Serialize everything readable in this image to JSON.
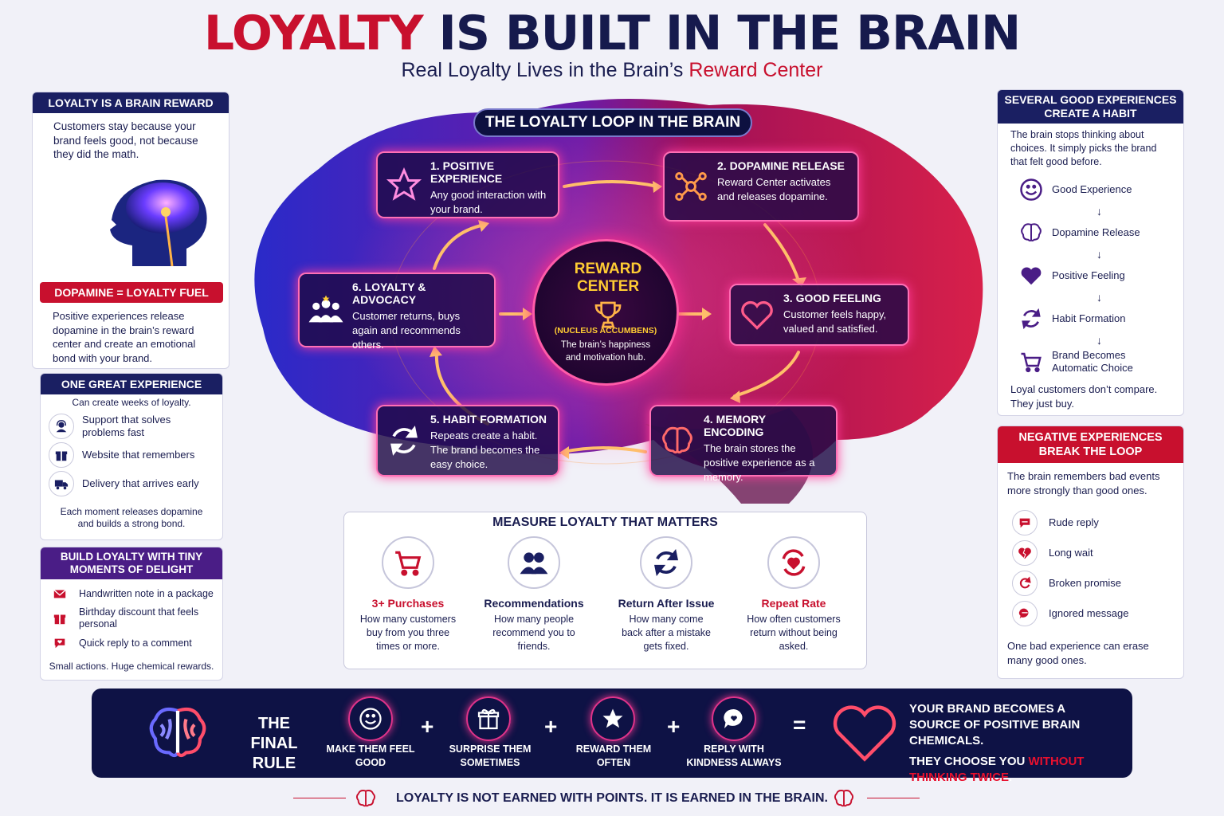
{
  "header": {
    "title_red": "LOYALTY",
    "title_rest": " IS BUILT IN THE BRAIN",
    "subtitle_a": "Real Loyalty Lives in the Brain’s ",
    "subtitle_b": "Reward Center"
  },
  "left": {
    "reward_head": "LOYALTY IS A BRAIN REWARD",
    "reward_text": "Customers stay because your brand feels good, not because they did the math.",
    "dopamine_head": "DOPAMINE = LOYALTY FUEL",
    "dopamine_text": "Positive experiences release dopamine in the brain’s reward center and create an emotional bond with your brand.",
    "great_head": "ONE GREAT EXPERIENCE",
    "great_sub": "Can create weeks of loyalty.",
    "great_items": [
      "Support that solves problems fast",
      "Website that remembers",
      "Delivery that arrives early"
    ],
    "great_foot": "Each moment releases dopamine and builds a strong bond.",
    "delight_head": "BUILD LOYALTY WITH TINY MOMENTS OF DELIGHT",
    "delight_items": [
      "Handwritten note in a package",
      "Birthday discount that feels personal",
      "Quick reply to a comment"
    ],
    "delight_foot": "Small actions. Huge chemical rewards."
  },
  "loop": {
    "title": "THE LOYALTY LOOP IN THE BRAIN",
    "steps": [
      {
        "title": "1. POSITIVE EXPERIENCE",
        "desc": "Any good interaction with your brand."
      },
      {
        "title": "2. DOPAMINE RELEASE",
        "desc": "Reward Center activates and releases dopamine."
      },
      {
        "title": "3. GOOD FEELING",
        "desc": "Customer feels happy, valued and satisfied."
      },
      {
        "title": "4. MEMORY ENCODING",
        "desc": "The brain stores the positive experience as a memory."
      },
      {
        "title": "5. HABIT FORMATION",
        "desc": "Repeats create a habit. The brand becomes the easy choice."
      },
      {
        "title": "6. LOYALTY & ADVOCACY",
        "desc": "Customer returns, buys again and recommends others."
      }
    ],
    "center_title": "REWARD CENTER",
    "center_sub": "(NUCLEUS ACCUMBENS)",
    "center_desc": "The brain’s happiness and motivation hub."
  },
  "measure": {
    "title": "MEASURE LOYALTY THAT MATTERS",
    "items": [
      {
        "title": "3+ Purchases",
        "desc": "How many customers buy from you three times or more.",
        "color": "#c8102e"
      },
      {
        "title": "Recommendations",
        "desc": "How many people recommend you to friends.",
        "color": "#1a1f62"
      },
      {
        "title": "Return After Issue",
        "desc": "How many come back after a mistake gets fixed.",
        "color": "#1a1f62"
      },
      {
        "title": "Repeat Rate",
        "desc": "How often customers return without being asked.",
        "color": "#c8102e"
      }
    ]
  },
  "right": {
    "habit_head": "SEVERAL GOOD EXPERIENCES CREATE A HABIT",
    "habit_text": "The brain stops thinking about choices. It simply picks the brand that felt good before.",
    "habit_items": [
      "Good Experience",
      "Dopamine Release",
      "Positive Feeling",
      "Habit Formation",
      "Brand Becomes Automatic Choice"
    ],
    "habit_foot": "Loyal customers don’t compare. They just buy.",
    "neg_head": "NEGATIVE EXPERIENCES BREAK THE LOOP",
    "neg_text": "The brain remembers bad events more strongly than good ones.",
    "neg_items": [
      "Rude reply",
      "Long wait",
      "Broken promise",
      "Ignored message"
    ],
    "neg_foot": "One bad experience can erase many good ones."
  },
  "final": {
    "title": "THE FINAL RULE",
    "items": [
      "MAKE THEM FEEL GOOD",
      "SURPRISE THEM SOMETIMES",
      "REWARD THEM OFTEN",
      "REPLY WITH KINDNESS ALWAYS"
    ],
    "plus": "+",
    "equals": "=",
    "result_a": "YOUR BRAND BECOMES A SOURCE OF POSITIVE BRAIN CHEMICALS.",
    "result_b": "THEY CHOOSE YOU ",
    "result_c": "WITHOUT THINKING TWICE",
    "result_d": "."
  },
  "footer": "LOYALTY IS NOT EARNED WITH POINTS. IT IS EARNED IN THE BRAIN.",
  "colors": {
    "accent_red": "#c8102e",
    "navy": "#1a1f62",
    "purple": "#4a1d86",
    "glow_pink": "#ff3d9a",
    "gold": "#ffcc33"
  }
}
